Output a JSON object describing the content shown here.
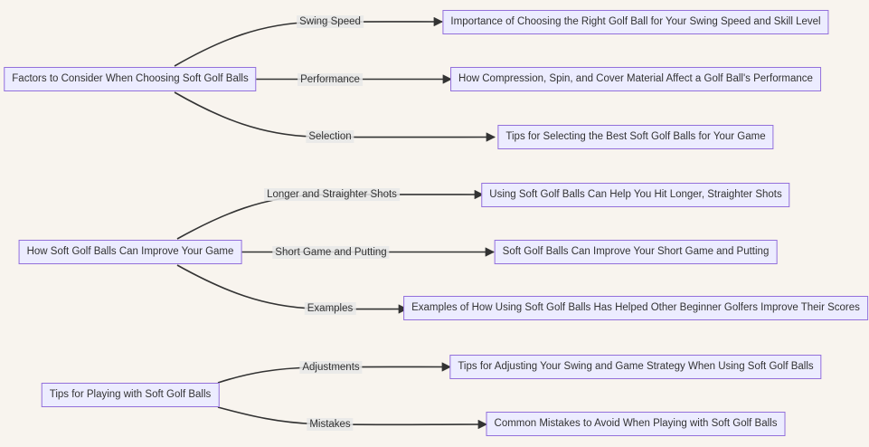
{
  "diagram": {
    "type": "flowchart-LR",
    "colors": {
      "background": "#f8f4ee",
      "node_fill": "#ECECFF",
      "node_border": "#9370DB",
      "edge": "#333333",
      "text": "#333333",
      "edge_label_bg": "#e8e8e8"
    },
    "groups": [
      {
        "root": "Factors to Consider When Choosing Soft Golf Balls",
        "branches": [
          {
            "label": "Swing Speed",
            "target": "Importance of Choosing the Right Golf Ball for Your Swing Speed and Skill Level"
          },
          {
            "label": "Performance",
            "target": "How Compression, Spin, and Cover Material Affect a Golf Ball's Performance"
          },
          {
            "label": "Selection",
            "target": "Tips for Selecting the Best Soft Golf Balls for Your Game"
          }
        ]
      },
      {
        "root": "How Soft Golf Balls Can Improve Your Game",
        "branches": [
          {
            "label": "Longer and Straighter Shots",
            "target": "Using Soft Golf Balls Can Help You Hit Longer, Straighter Shots"
          },
          {
            "label": "Short Game and Putting",
            "target": "Soft Golf Balls Can Improve Your Short Game and Putting"
          },
          {
            "label": "Examples",
            "target": "Examples of How Using Soft Golf Balls Has Helped Other Beginner Golfers Improve Their Scores"
          }
        ]
      },
      {
        "root": "Tips for Playing with Soft Golf Balls",
        "branches": [
          {
            "label": "Adjustments",
            "target": "Tips for Adjusting Your Swing and Game Strategy When Using Soft Golf Balls"
          },
          {
            "label": "Mistakes",
            "target": "Common Mistakes to Avoid When Playing with Soft Golf Balls"
          }
        ]
      }
    ]
  }
}
